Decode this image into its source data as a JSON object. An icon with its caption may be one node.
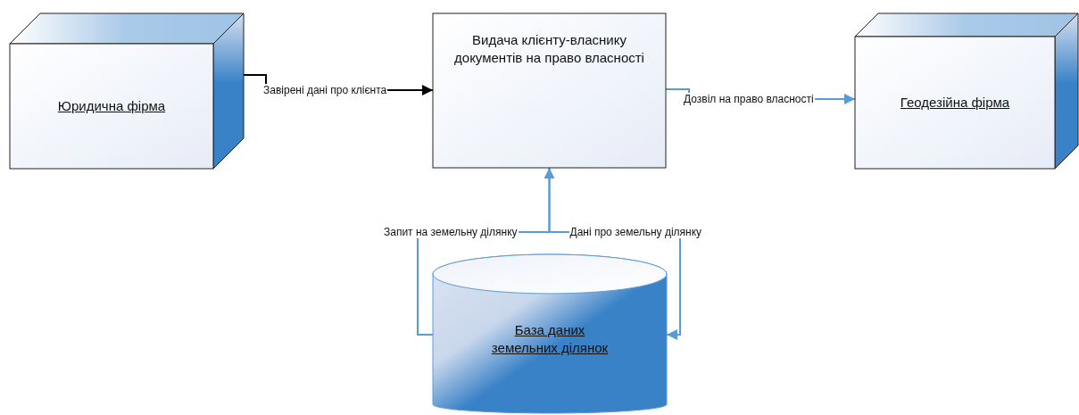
{
  "diagram": {
    "nodes": [
      {
        "text": [
          "Юридична фірма"
        ]
      },
      {
        "text": [
          "Видача клієнту-власнику документів на право власності"
        ]
      },
      {
        "text": [
          "Геодезійна фірма"
        ]
      },
      {
        "text": [
          "База даних земельних ділянок"
        ]
      }
    ],
    "edges": [
      {
        "from": 0,
        "to": 1,
        "arrow": "to",
        "label": "Завірені дані про клієнта",
        "color": "#000000"
      },
      {
        "from": 1,
        "to": 2,
        "arrow": "to",
        "label": "Дозвіл на право власності"
      },
      {
        "from": 3,
        "to": 1,
        "arrow": "to",
        "label": "Запит на земельну ділянку"
      },
      {
        "from": 1,
        "to": 3,
        "arrow": "to",
        "label": "Дані про земельну ділянку"
      }
    ]
  }
}
